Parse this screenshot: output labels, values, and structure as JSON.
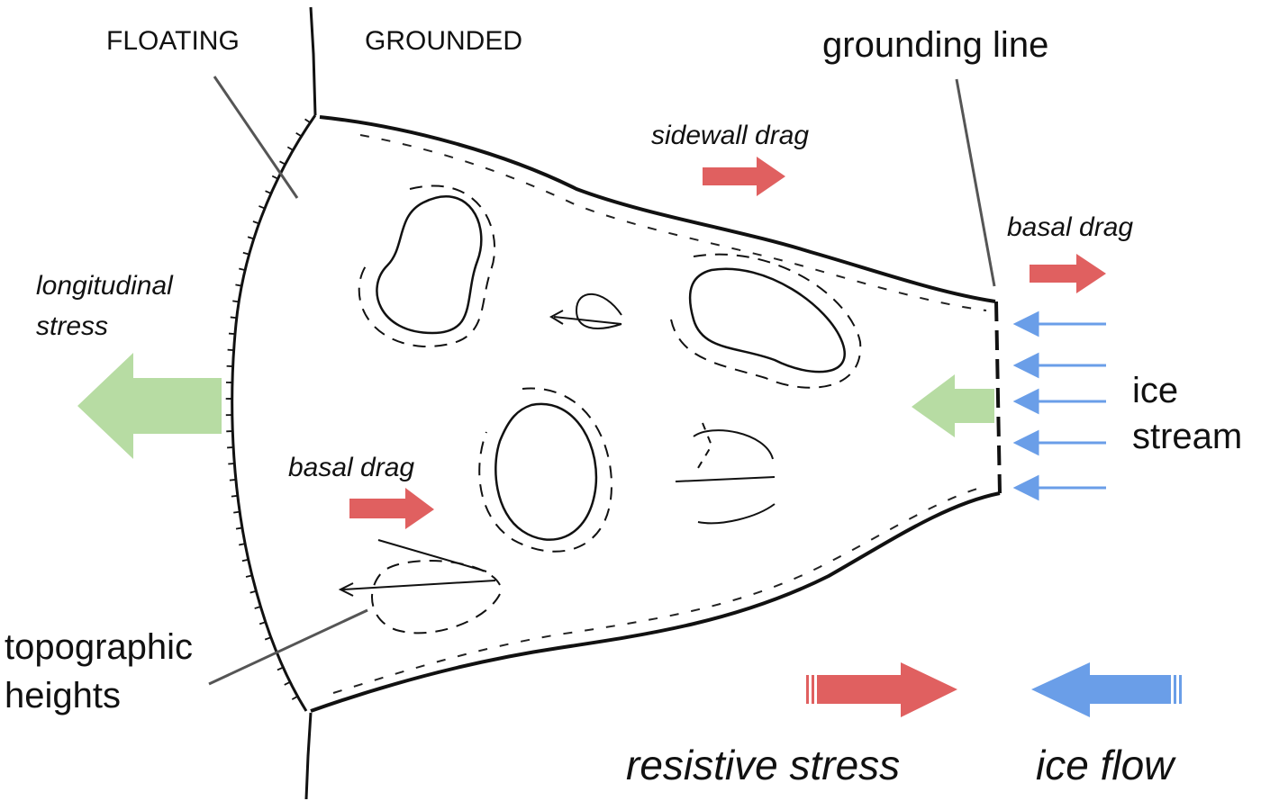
{
  "labels": {
    "floating": "FLOATING",
    "grounded": "GROUNDED",
    "grounding_line": "grounding line",
    "sidewall_drag": "sidewall drag",
    "basal_drag_right": "basal drag",
    "basal_drag_center": "basal drag",
    "longitudinal_stress_line1": "longitudinal",
    "longitudinal_stress_line2": "stress",
    "ice_stream_line1": "ice",
    "ice_stream_line2": "stream",
    "topographic_heights_line1": "topographic",
    "topographic_heights_line2": "heights"
  },
  "legend": {
    "resistive_stress": "resistive stress",
    "ice_flow": "ice flow"
  },
  "colors": {
    "resistive_stress": "#e06060",
    "ice_flow": "#6a9ee8",
    "longitudinal_stress": "#b7dca3",
    "outline": "#111111",
    "leader_line": "#555555"
  },
  "icons": {
    "resistive_arrow": "red-arrow-right",
    "ice_flow_arrow": "blue-arrow-left",
    "longitudinal_arrow": "green-arrow-left"
  }
}
